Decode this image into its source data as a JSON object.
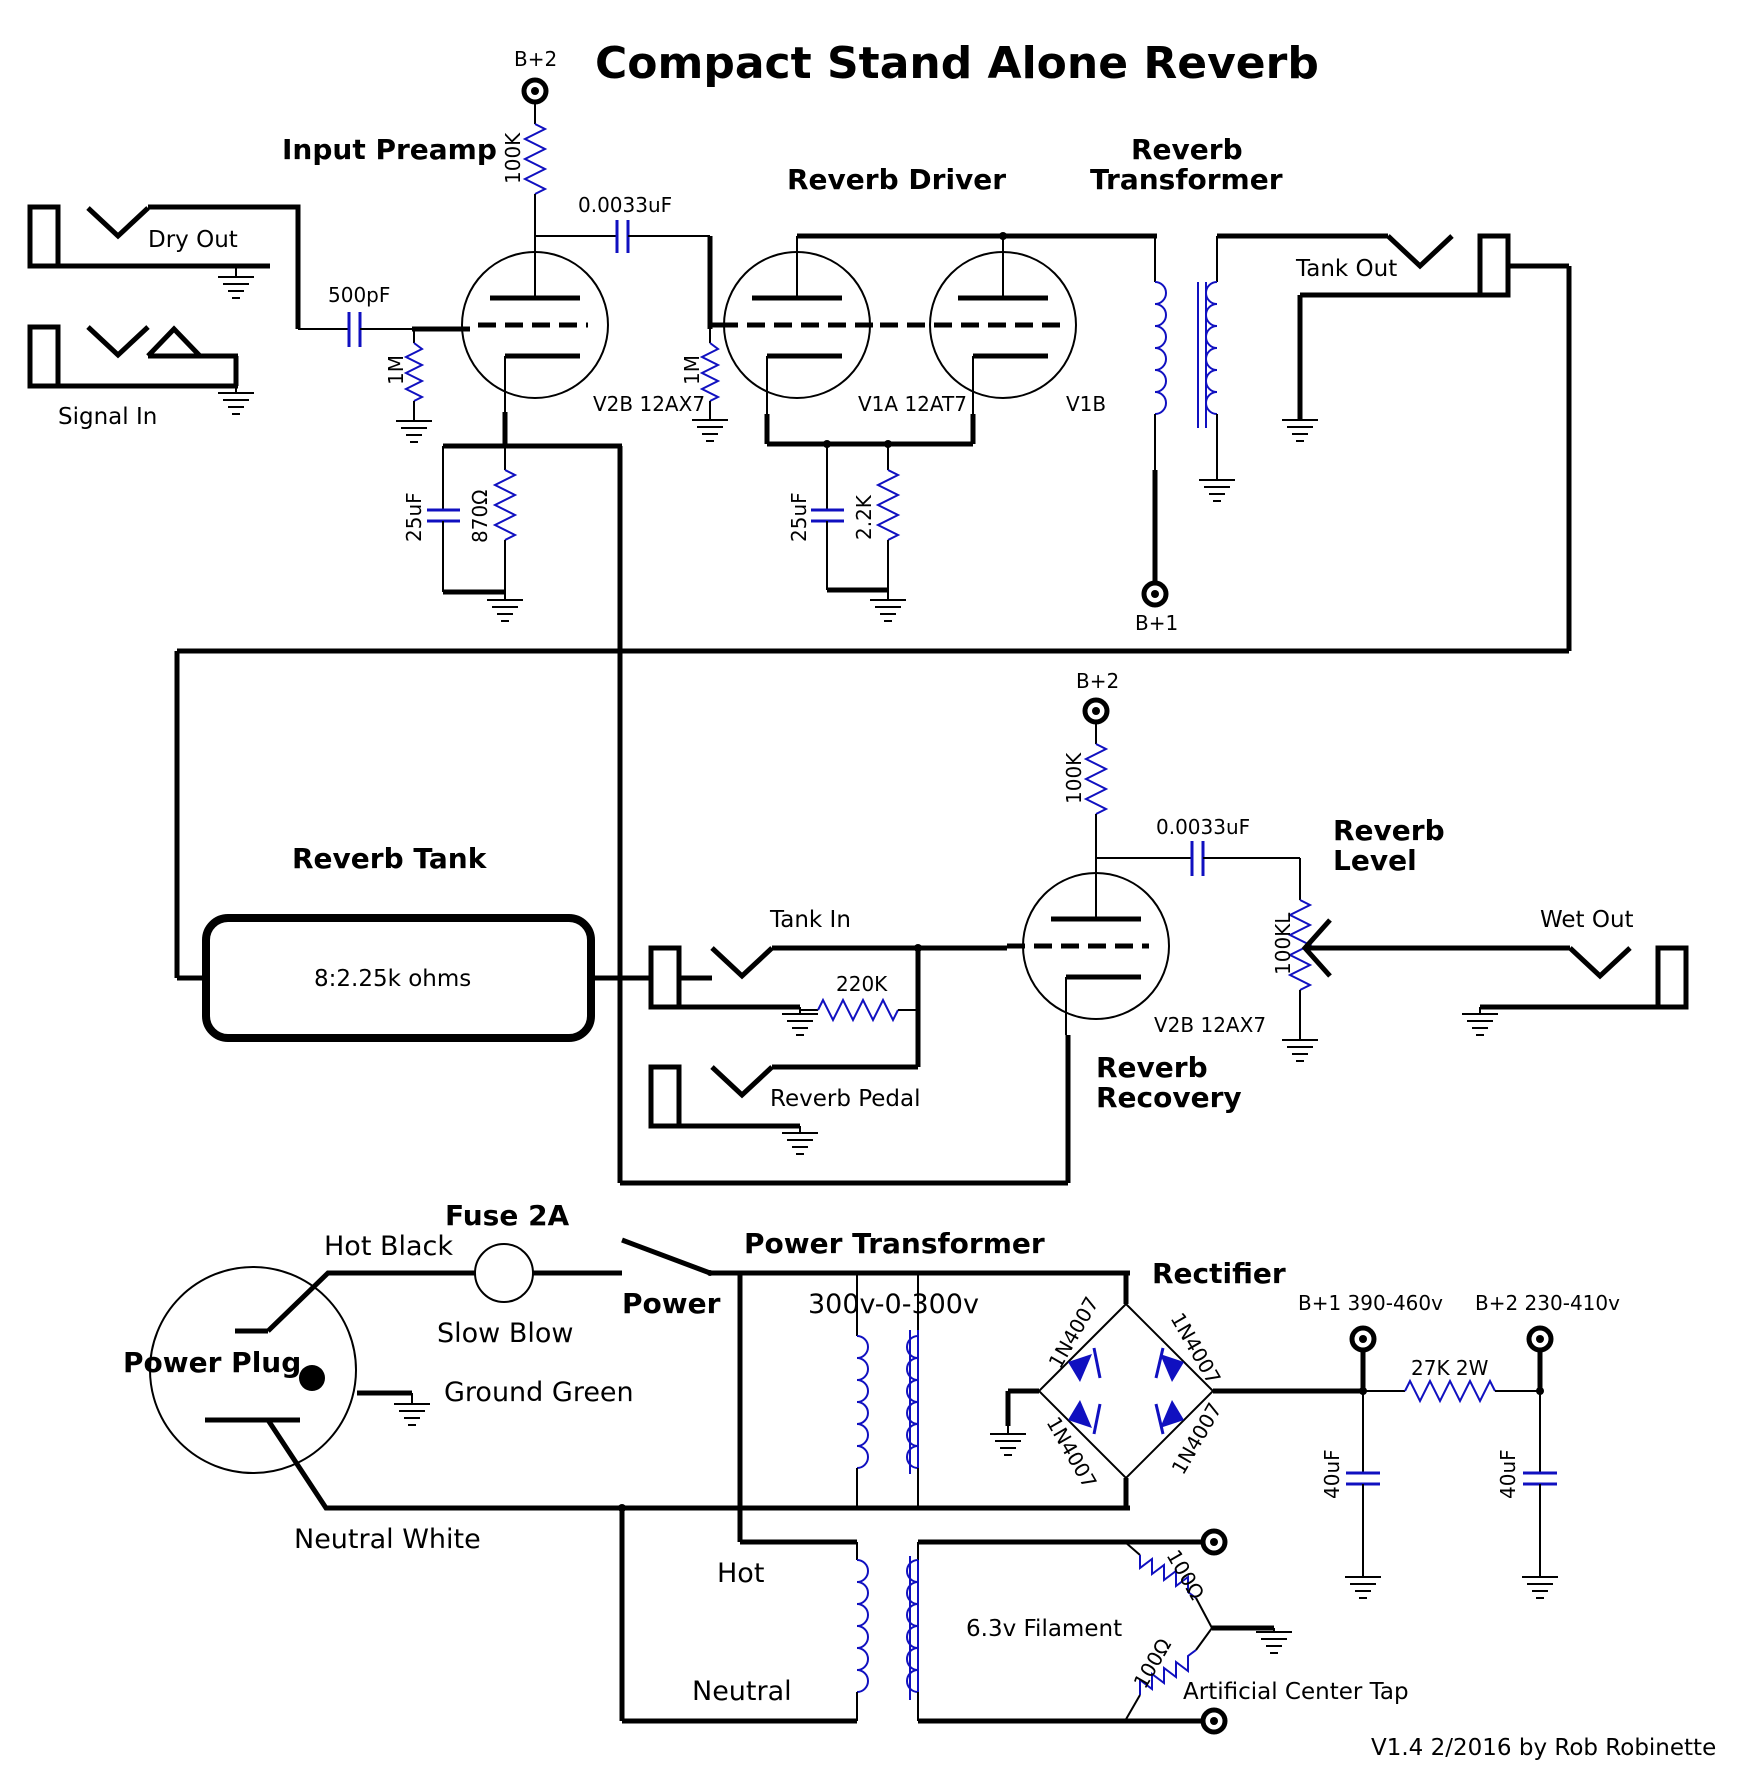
{
  "title": "Compact Stand Alone Reverb",
  "version": "V1.4 2/2016 by Rob Robinette",
  "sections": {
    "input_preamp": "Input Preamp",
    "reverb_driver": "Reverb Driver",
    "reverb_transformer_1": "Reverb",
    "reverb_transformer_2": "Transformer",
    "reverb_tank": "Reverb Tank",
    "reverb_recovery_1": "Reverb",
    "reverb_recovery_2": "Recovery",
    "reverb_level_1": "Reverb",
    "reverb_level_2": "Level",
    "fuse": "Fuse 2A",
    "power": "Power",
    "power_transformer": "Power Transformer",
    "rectifier": "Rectifier",
    "power_plug": "Power Plug"
  },
  "jacks": {
    "dry_out": "Dry Out",
    "signal_in": "Signal In",
    "tank_out": "Tank Out",
    "tank_in": "Tank In",
    "reverb_pedal": "Reverb Pedal",
    "wet_out": "Wet Out"
  },
  "components": {
    "r_100k_a": "100K",
    "c_0033_a": "0.0033uF",
    "c_500pf": "500pF",
    "r_1m_a": "1M",
    "r_1m_b": "1M",
    "c_25uf_a": "25uF",
    "r_870": "870Ω",
    "c_25uf_b": "25uF",
    "r_22k": "2.2K",
    "r_100k_b": "100K",
    "c_0033_b": "0.0033uF",
    "pot_100kl": "100KL",
    "r_220k": "220K",
    "tank_ohms": "8:2.25k ohms",
    "r_27k": "27K 2W",
    "c_40uf_a": "40uF",
    "c_40uf_b": "40uF",
    "diode_1": "1N4007",
    "diode_2": "1N4007",
    "diode_3": "1N4007",
    "diode_4": "1N4007",
    "r_100_a": "100Ω",
    "r_100_b": "100Ω"
  },
  "tubes": {
    "v2b_a": "V2B 12AX7",
    "v1a": "V1A 12AT7",
    "v1b": "V1B",
    "v2b_b": "V2B 12AX7"
  },
  "rails": {
    "b2_a": "B+2",
    "b1": "B+1",
    "b2_b": "B+2",
    "b1_out": "B+1 390-460v",
    "b2_out": "B+2 230-410v"
  },
  "power_labels": {
    "hot_black": "Hot Black",
    "slow_blow": "Slow Blow",
    "ground_green": "Ground Green",
    "neutral_white": "Neutral White",
    "hv_winding": "300v-0-300v",
    "hot": "Hot",
    "neutral": "Neutral",
    "filament": "6.3v Filament",
    "center_tap": "Artificial Center Tap"
  }
}
